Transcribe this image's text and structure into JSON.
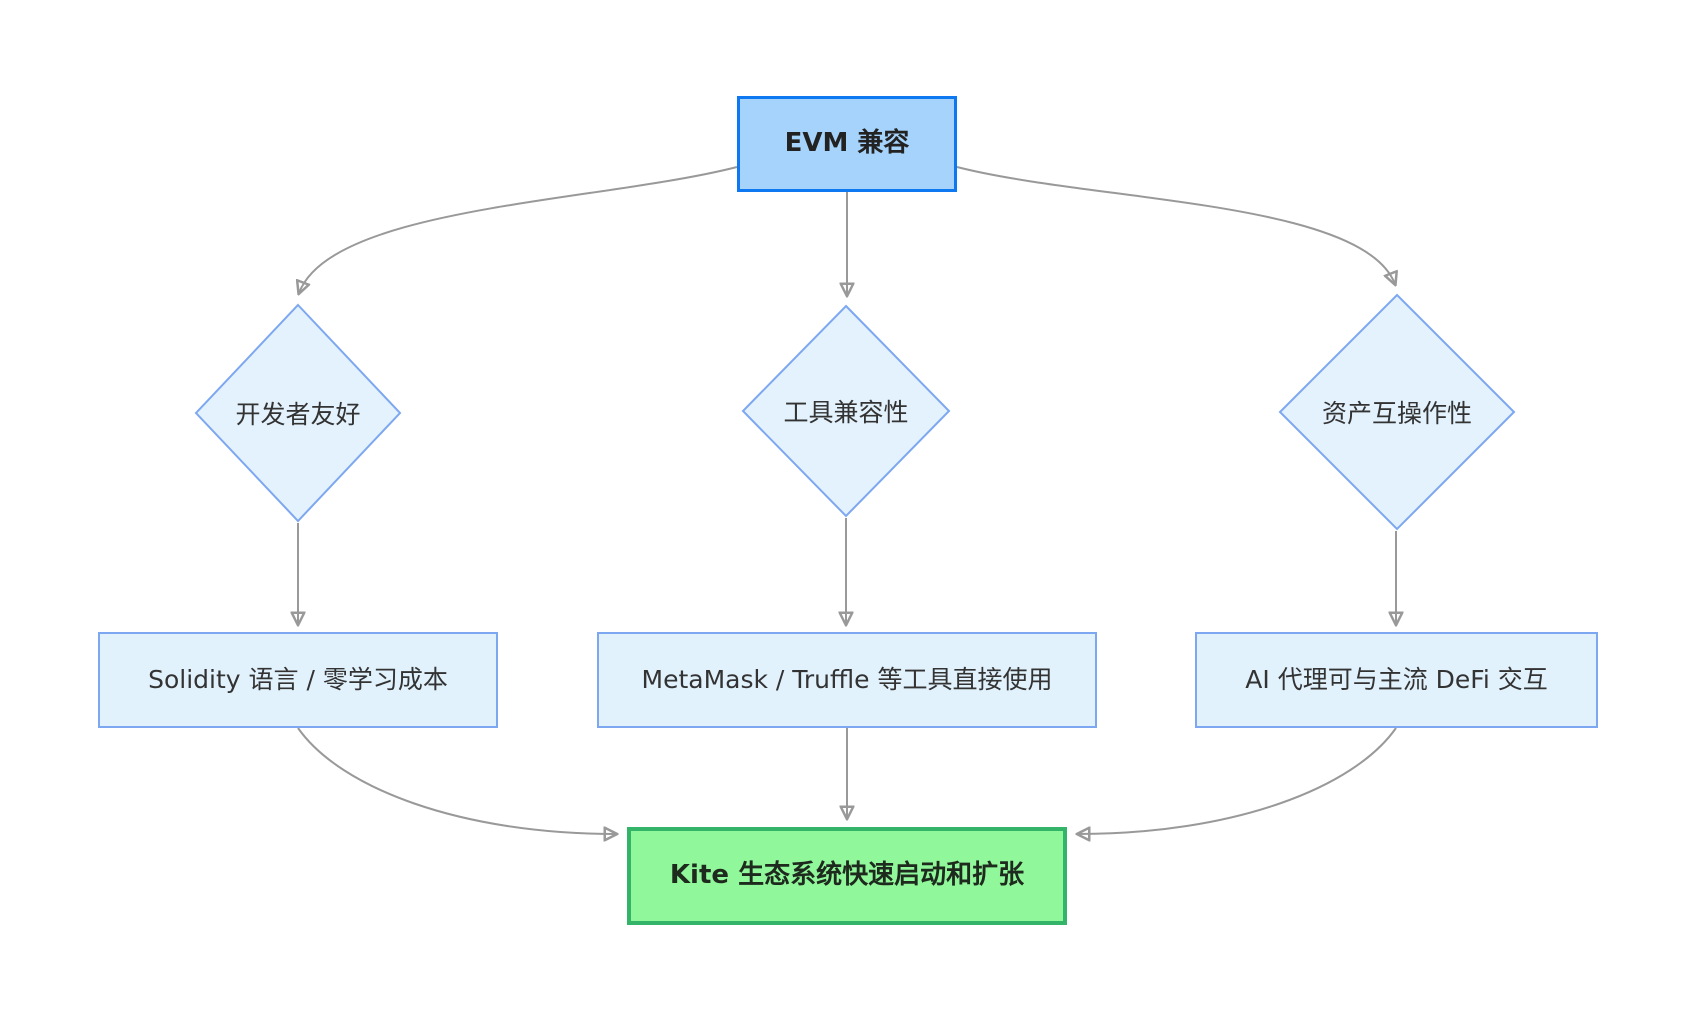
{
  "diagram_type": "flowchart",
  "colors": {
    "background": "#ffffff",
    "edge_line": "#999999",
    "arrowhead_fill": "#a9a9a9",
    "arrowhead_stroke": "#767676",
    "root_fill": "#a6d3fb",
    "root_border": "#0d78f0",
    "branch_fill": "#e3f2fd",
    "branch_border": "#7da7f0",
    "result_fill": "#90f79a",
    "result_border": "#33b469",
    "text": "#333333"
  },
  "nodes": {
    "evm": {
      "label": "EVM 兼容",
      "shape": "rectangle"
    },
    "developer_friendly": {
      "label": "开发者友好",
      "shape": "diamond"
    },
    "tool_compat": {
      "label": "工具兼容性",
      "shape": "diamond"
    },
    "asset_interop": {
      "label": "资产互操作性",
      "shape": "diamond"
    },
    "solidity": {
      "label": "Solidity 语言 / 零学习成本",
      "shape": "rectangle"
    },
    "metamask": {
      "label": "MetaMask / Truffle 等工具直接使用",
      "shape": "rectangle"
    },
    "ai_defi": {
      "label": "AI 代理可与主流 DeFi 交互",
      "shape": "rectangle"
    },
    "kite": {
      "label": "Kite 生态系统快速启动和扩张",
      "shape": "rectangle"
    }
  },
  "edges": [
    {
      "from": "evm",
      "to": "developer_friendly"
    },
    {
      "from": "evm",
      "to": "tool_compat"
    },
    {
      "from": "evm",
      "to": "asset_interop"
    },
    {
      "from": "developer_friendly",
      "to": "solidity"
    },
    {
      "from": "tool_compat",
      "to": "metamask"
    },
    {
      "from": "asset_interop",
      "to": "ai_defi"
    },
    {
      "from": "solidity",
      "to": "kite"
    },
    {
      "from": "metamask",
      "to": "kite"
    },
    {
      "from": "ai_defi",
      "to": "kite"
    }
  ]
}
